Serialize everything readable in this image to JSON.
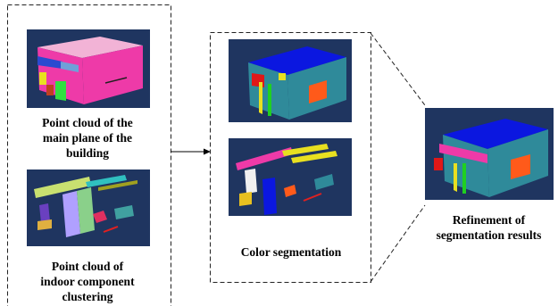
{
  "captions": {
    "main_plane": "Point cloud of the\nmain plane of the\nbuilding",
    "indoor": "Point cloud of\nindoor component\nclustering",
    "color_seg": "Color segmentation",
    "refinement": "Refinement of\nsegmentation results"
  },
  "colors": {
    "image_bg": "#1f3560",
    "roof_pink": "#f2b3d6",
    "wall_magenta": "#ee3aa8",
    "roof_blue": "#0b17e0",
    "wall_teal": "#2f8a9a",
    "window_orange": "#ff5a1a",
    "red": "#e01818",
    "yellow": "#e8e020",
    "green": "#20d020"
  }
}
